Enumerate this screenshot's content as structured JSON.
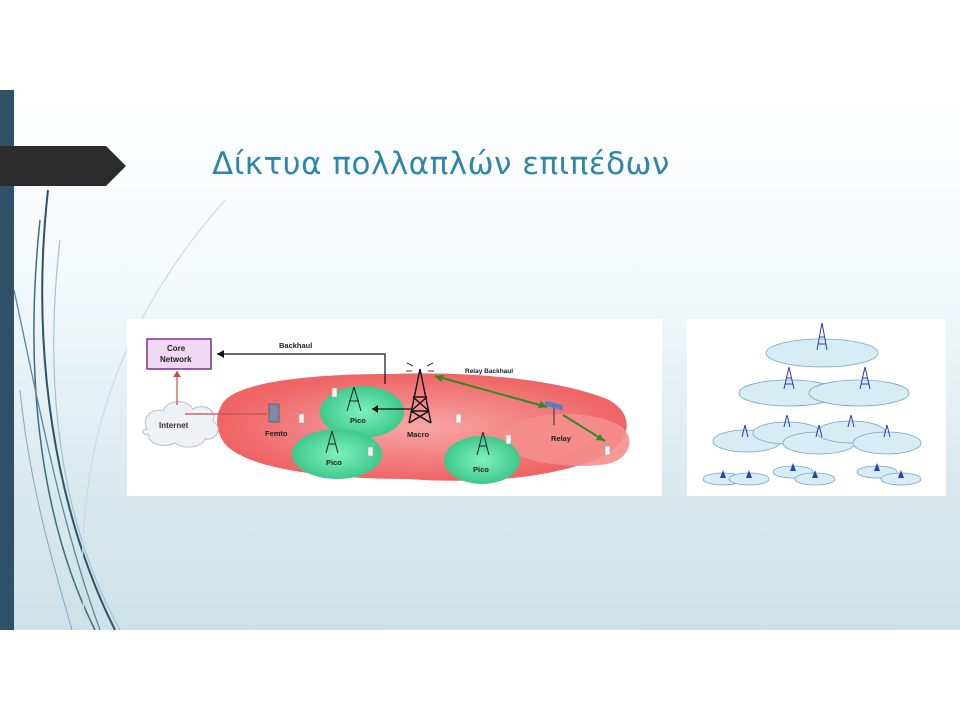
{
  "slide": {
    "title": "Δίκτυα πολλαπλών επιπέδων"
  },
  "hetnet_diagram": {
    "core_network_line1": "Core",
    "core_network_line2": "Network",
    "backhaul": "Backhaul",
    "relay_backhaul": "Relay Backhaul",
    "internet": "Internet",
    "femto": "Femto",
    "pico_top": "Pico",
    "pico_bottom_left": "Pico",
    "pico_bottom_right": "Pico",
    "macro": "Macro",
    "relay": "Relay",
    "colors": {
      "macro_area": "#f26d6d",
      "pico_area": "#4fe0a0",
      "core_network": "#f0d8f4",
      "core_border": "#7a2e8a",
      "backhaul_link": "#111111",
      "relay_link": "#2e8b22",
      "internet_link": "#c05050"
    }
  },
  "tier_diagram": {
    "colors": {
      "cell": "#d8ecf6",
      "cell_border": "#6fa6c8",
      "antenna": "#2a3fb0"
    }
  }
}
